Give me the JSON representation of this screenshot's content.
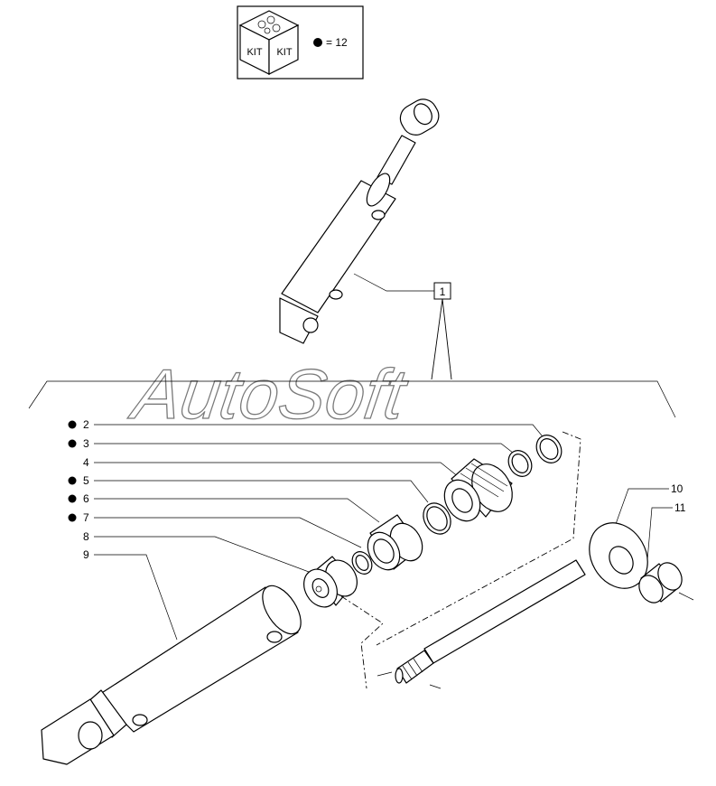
{
  "kit_box": {
    "label_left": "KIT",
    "label_right": "KIT",
    "legend": "= 12"
  },
  "assembly_label": "1",
  "watermark": "AutoSoft",
  "callouts": [
    {
      "num": "2",
      "kit": true
    },
    {
      "num": "3",
      "kit": true
    },
    {
      "num": "4",
      "kit": false
    },
    {
      "num": "5",
      "kit": true
    },
    {
      "num": "6",
      "kit": true
    },
    {
      "num": "7",
      "kit": true
    },
    {
      "num": "8",
      "kit": false
    },
    {
      "num": "9",
      "kit": false
    },
    {
      "num": "10",
      "kit": false
    },
    {
      "num": "11",
      "kit": false
    }
  ],
  "colors": {
    "line": "#000000",
    "watermark_stroke": "#7a7a7a",
    "background": "#ffffff"
  }
}
